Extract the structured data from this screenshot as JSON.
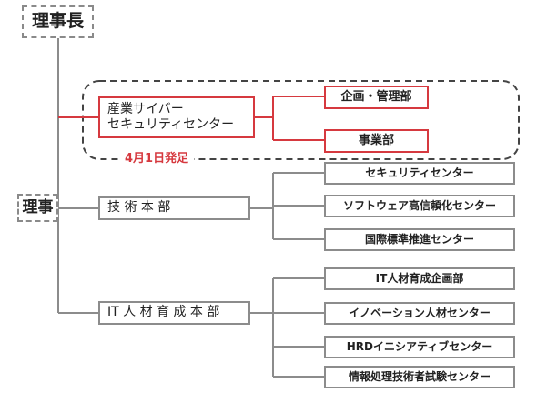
{
  "chairman": "理事長",
  "director": "理事",
  "center": {
    "name_line1": "産業サイバー",
    "name_line2": "セキュリティセンター",
    "launch_note": "4月1日発足",
    "departments": [
      "企画・管理部",
      "事業部"
    ]
  },
  "divisions": [
    {
      "name": "技 術 本 部",
      "units": [
        "セキュリティセンター",
        "ソフトウェア高信頼化センター",
        "国際標準推進センター"
      ]
    },
    {
      "name": "IT 人 材 育 成 本 部",
      "units": [
        "IT人材育成企画部",
        "イノベーション人材センター",
        "HRDイニシアティブセンター",
        "情報処理技術者試験センター"
      ]
    }
  ],
  "colors": {
    "accent_red": "#d6393f",
    "line_gray": "#8c8c8c",
    "dash_border": "#444444"
  }
}
